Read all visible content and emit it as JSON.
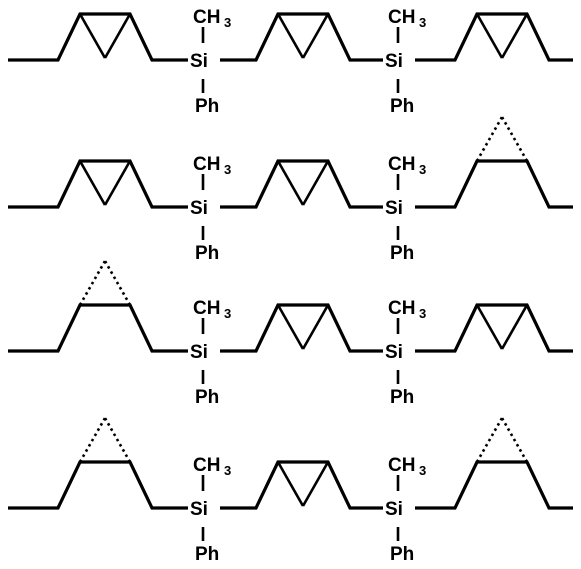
{
  "labels": {
    "methyl": "CH",
    "methyl_subscript": "3",
    "silicon": "Si",
    "phenyl": "Ph"
  },
  "chains": [
    {
      "ring_states": [
        "closed",
        "closed",
        "closed"
      ]
    },
    {
      "ring_states": [
        "closed",
        "closed",
        "open"
      ]
    },
    {
      "ring_states": [
        "open",
        "closed",
        "closed"
      ]
    },
    {
      "ring_states": [
        "open",
        "closed",
        "open"
      ]
    }
  ]
}
